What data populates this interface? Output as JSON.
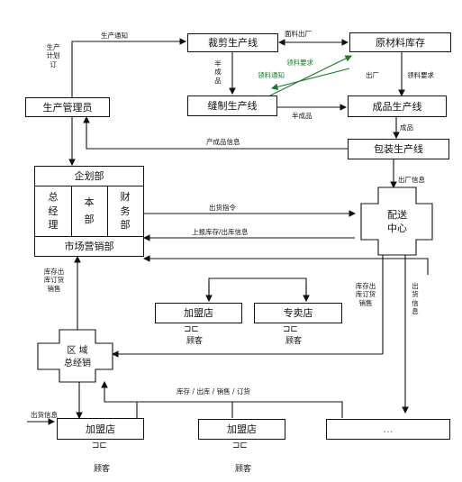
{
  "nodes": {
    "cutting_line": "裁剪生产线",
    "raw_material": "原材料库存",
    "production_manager": "生产管理员",
    "sewing_line": "缝制生产线",
    "finished_line": "成品生产线",
    "packing_line": "包装生产线",
    "planning_dept": "企划部",
    "gm": "总经理",
    "hq": "本部",
    "finance": "财务部",
    "marketing": "市场营销部",
    "distribution": [
      "配送",
      "中心"
    ],
    "franchise_top": "加盟店",
    "exclusive_store": "专卖店",
    "regional_sales": [
      "区 域",
      "总经销"
    ],
    "franchise_bottom_1": "加盟店",
    "franchise_bottom_2": "加盟店",
    "partial_box": "…"
  },
  "labels": {
    "production_notice": "生产通知",
    "production_plan_order": "生产计划订",
    "fabric_out": "面料出厂",
    "material_request": "领料要求",
    "material_notice": "领料通知",
    "material_request_2": "领料要求",
    "half_finished_v": "半成品",
    "out_factory": "出厂",
    "half_finished": "半成品",
    "finished_product": "成品",
    "product_info": "产成品信息",
    "out_factory_info": "出厂信息",
    "shipping_order": "出货指令",
    "stock_info": "上报库存/出库信息",
    "stock_out_ship_sales_left": "库存出库订货销售",
    "stock_out_ship_sales_right": "库存出库订货销售",
    "shipment_v": "出货信息",
    "bottom_flow": "库存 / 出库 / 销售 / 订货",
    "ship_info_bottom": "出货信息"
  },
  "customers": [
    "顾客",
    "顾客",
    "顾客",
    "顾客"
  ]
}
